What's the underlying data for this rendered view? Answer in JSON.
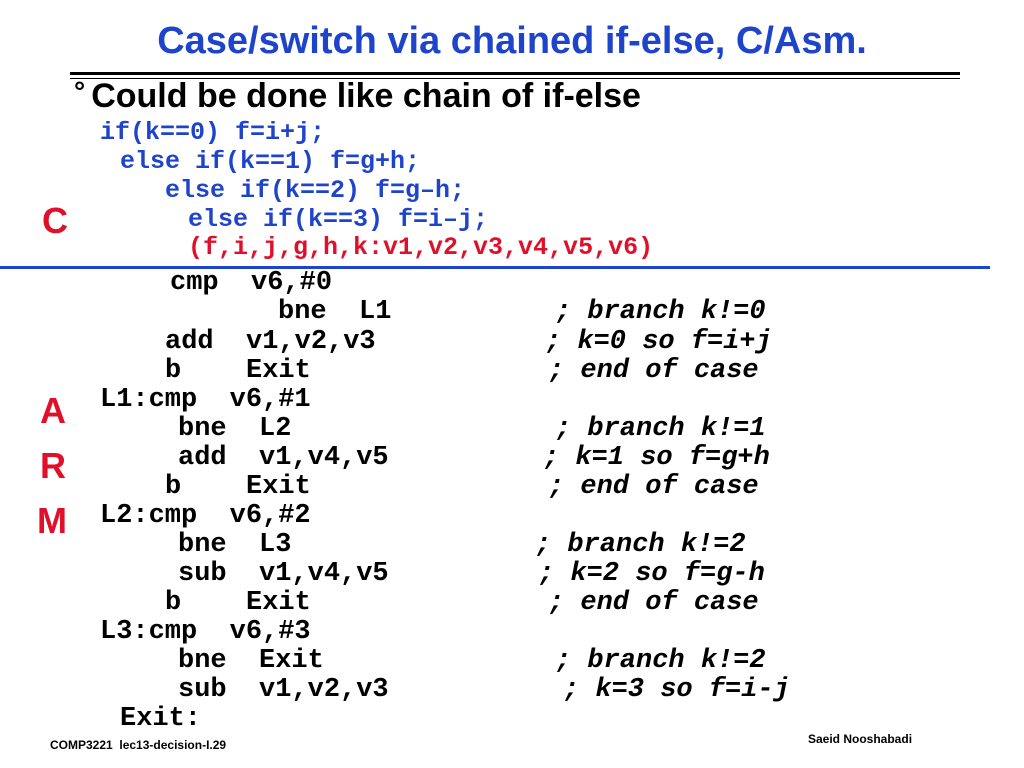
{
  "slide": {
    "title": "Case/switch via chained if-else, C/Asm.",
    "bullet_mark": "°",
    "bullet": "Could be done like chain of if-else",
    "c_lines": [
      "if(k==0) f=i+j;",
      "else if(k==1) f=g+h;",
      "else if(k==2) f=g–h;",
      "else if(k==3) f=i–j;"
    ],
    "reg_map": "(f,i,j,g,h,k:v1,v2,v3,v4,v5,v6)",
    "side_c": "C",
    "side_arm": [
      "A",
      "R",
      "M"
    ],
    "asm": [
      {
        "code": "cmp  v6,#0",
        "comment": ""
      },
      {
        "code": "bne  L1",
        "comment": "; branch k!=0"
      },
      {
        "code": "add  v1,v2,v3",
        "comment": "; k=0 so f=i+j"
      },
      {
        "code": "b    Exit",
        "comment": "; end of case"
      },
      {
        "code": "L1:cmp  v6,#1",
        "comment": ""
      },
      {
        "code": "bne  L2",
        "comment": "; branch k!=1"
      },
      {
        "code": "add  v1,v4,v5",
        "comment": "; k=1 so f=g+h"
      },
      {
        "code": "b    Exit",
        "comment": "; end of case"
      },
      {
        "code": "L2:cmp  v6,#2",
        "comment": ""
      },
      {
        "code": "bne  L3",
        "comment": "; branch k!=2"
      },
      {
        "code": "sub  v1,v4,v5",
        "comment": "; k=2 so f=g-h"
      },
      {
        "code": "b    Exit",
        "comment": "; end of case"
      },
      {
        "code": "L3:cmp  v6,#3",
        "comment": ""
      },
      {
        "code": "bne  Exit",
        "comment": "; branch k!=2"
      },
      {
        "code": "sub  v1,v2,v3",
        "comment": "; k=3 so f=i-j"
      },
      {
        "code": "Exit:",
        "comment": ""
      }
    ],
    "footer_left": "COMP3221  lec13-decision-I.29",
    "footer_right": "Saeid Nooshabadi"
  }
}
